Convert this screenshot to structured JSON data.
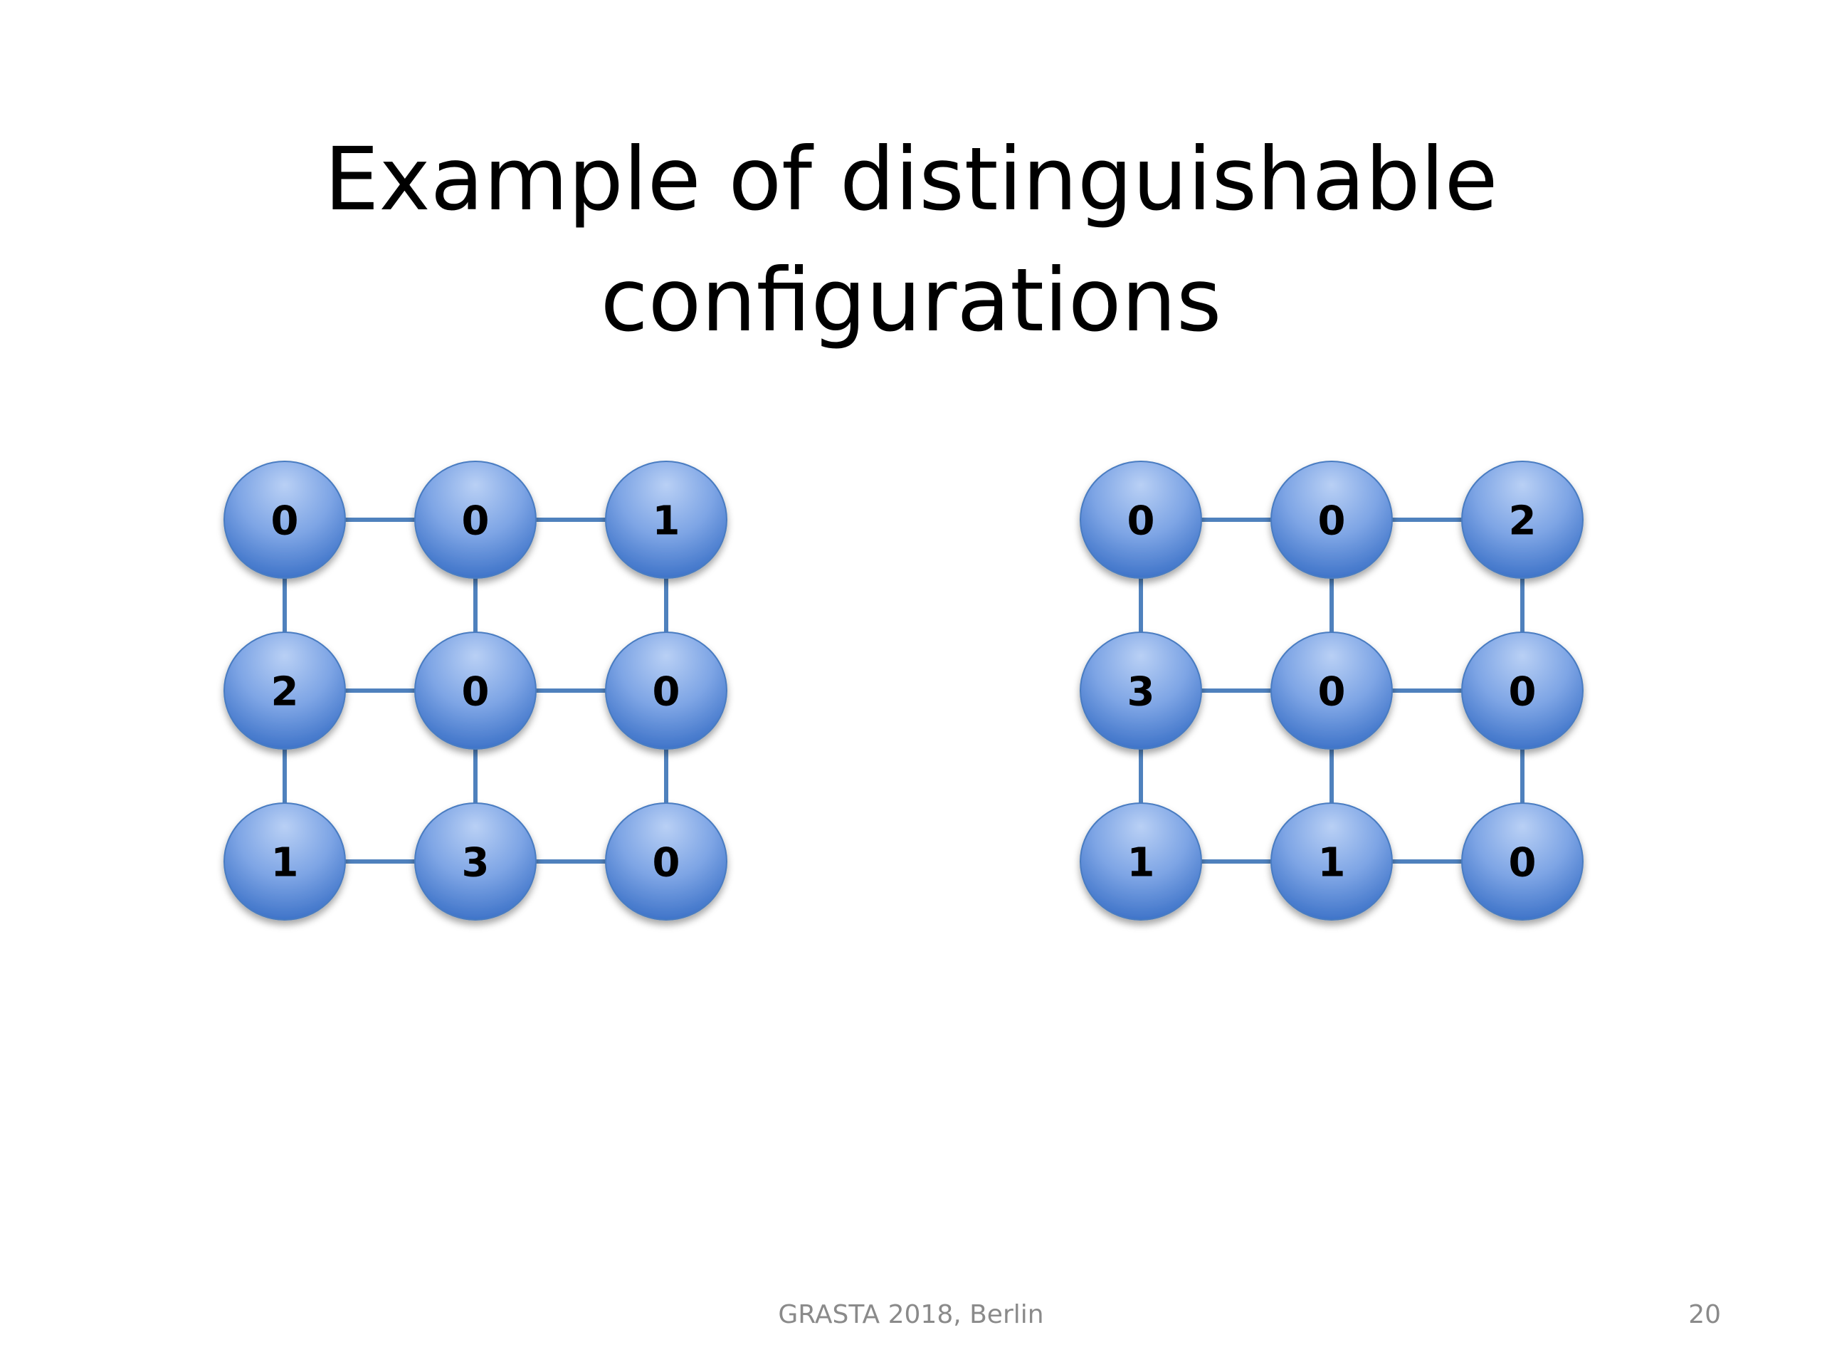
{
  "slide": {
    "title_lines": [
      "Example of distinguishable",
      "configurations"
    ],
    "footer": "GRASTA 2018, Berlin",
    "page_number": "20"
  },
  "colors": {
    "node_fill_light": "#a9c4f0",
    "node_fill_dark": "#4a7fd0",
    "edge": "#4f81bd",
    "label": "#000000",
    "footer_text": "#8a8a8a"
  },
  "configurations": [
    {
      "name": "left-grid",
      "rows": [
        [
          "0",
          "0",
          "1"
        ],
        [
          "2",
          "0",
          "0"
        ],
        [
          "1",
          "3",
          "0"
        ]
      ]
    },
    {
      "name": "right-grid",
      "rows": [
        [
          "0",
          "0",
          "2"
        ],
        [
          "3",
          "0",
          "0"
        ],
        [
          "1",
          "1",
          "0"
        ]
      ]
    }
  ]
}
